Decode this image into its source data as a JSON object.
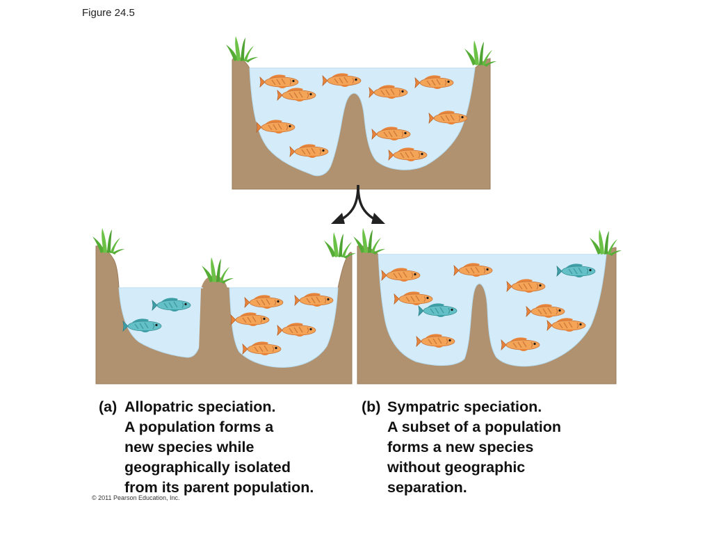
{
  "figure_label": "Figure 24.5",
  "copyright": "© 2011 Pearson Education, Inc.",
  "colors": {
    "water": "#d4ecf9",
    "water_edge": "#aed6ef",
    "soil": "#b09271",
    "soil_dark": "#8e7153",
    "grass": "#5bb33a",
    "orange_fish": "#f09a4c",
    "blue_fish": "#58b8be",
    "arrow": "#222222"
  },
  "panels": {
    "a": {
      "marker": "(a)",
      "lines": [
        "Allopatric speciation.",
        "A population forms a",
        "new species while",
        "geographically isolated",
        "from its parent population."
      ]
    },
    "b": {
      "marker": "(b)",
      "lines": [
        "Sympatric speciation.",
        "A subset of a population",
        "forms a new species",
        "without geographic",
        "separation."
      ]
    }
  }
}
